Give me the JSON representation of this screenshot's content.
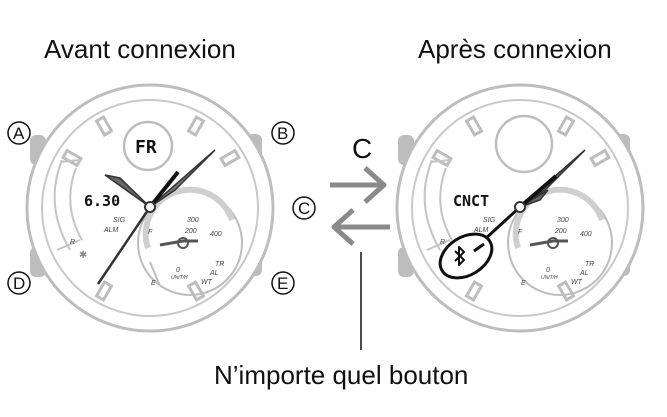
{
  "captions": {
    "before": "Avant connexion",
    "after": "Après connexion",
    "any_button": "N’importe quel bouton"
  },
  "buttons": [
    "A",
    "B",
    "C",
    "D",
    "E"
  ],
  "arrow_label": "C",
  "watch_before": {
    "mode_display": "FR",
    "digital_display": "6.30",
    "sub_labels": [
      "SIG",
      "ALM",
      "R"
    ],
    "dial_scale": [
      "200",
      "300",
      "400",
      "0",
      "UNIT/H",
      "E",
      "F",
      "TR",
      "AL",
      "WT"
    ]
  },
  "watch_after": {
    "digital_display": "CNCT",
    "icon": "bluetooth-icon",
    "sub_labels": [
      "SIG",
      "ALM",
      "R"
    ],
    "dial_scale": [
      "200",
      "300",
      "400",
      "0",
      "UNIT/H",
      "E",
      "F",
      "TR",
      "AL",
      "WT"
    ]
  },
  "colors": {
    "case_gray": "#bdbdbd",
    "line_gray": "#a6a6a6",
    "ink": "#111111"
  }
}
